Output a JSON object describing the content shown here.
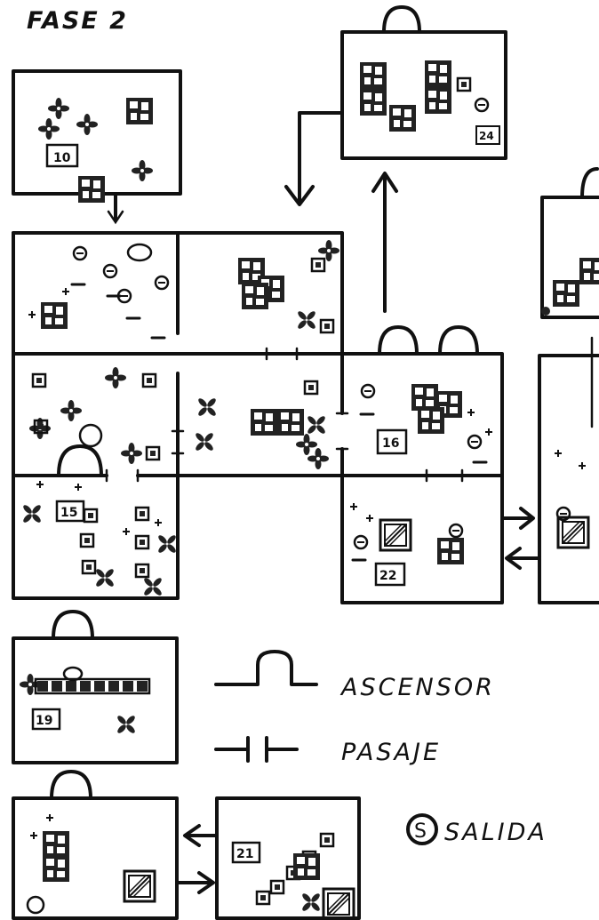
{
  "title": "FASE 2",
  "rooms": {
    "room_a": "10",
    "room_b": "16",
    "room_c": "15",
    "room_d": "22",
    "room_e": "19",
    "room_f": "21",
    "room_g": "24"
  },
  "legend": {
    "elevator": "ASCENSOR",
    "passage": "PASAJE",
    "exit_symbol": "S",
    "exit": "SALIDA"
  }
}
